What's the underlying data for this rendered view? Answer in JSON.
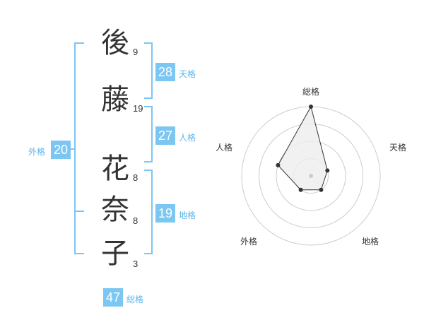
{
  "name": {
    "characters": [
      {
        "char": "後",
        "strokes": "9"
      },
      {
        "char": "藤",
        "strokes": "19"
      },
      {
        "char": "花",
        "strokes": "8"
      },
      {
        "char": "奈",
        "strokes": "8"
      },
      {
        "char": "子",
        "strokes": "3"
      }
    ]
  },
  "kaku": {
    "tenkaku": {
      "value": "28",
      "label": "天格"
    },
    "jinkaku": {
      "value": "27",
      "label": "人格"
    },
    "chikaku": {
      "value": "19",
      "label": "地格"
    },
    "gaikaku": {
      "value": "20",
      "label": "外格"
    },
    "soukaku": {
      "value": "47",
      "label": "総格"
    }
  },
  "radar": {
    "axes": [
      "総格",
      "天格",
      "地格",
      "外格",
      "人格"
    ],
    "levels": 4,
    "values": [
      4.0,
      1.0,
      1.0,
      1.0,
      2.0
    ],
    "max": 4,
    "colors": {
      "grid": "#cccccc",
      "fill": "#eeeeee",
      "stroke": "#333333",
      "point": "#333333",
      "center": "#cccccc"
    }
  },
  "colors": {
    "accent": "#7cc6f2",
    "accent_text": "#5bb5ee",
    "text": "#333333"
  }
}
